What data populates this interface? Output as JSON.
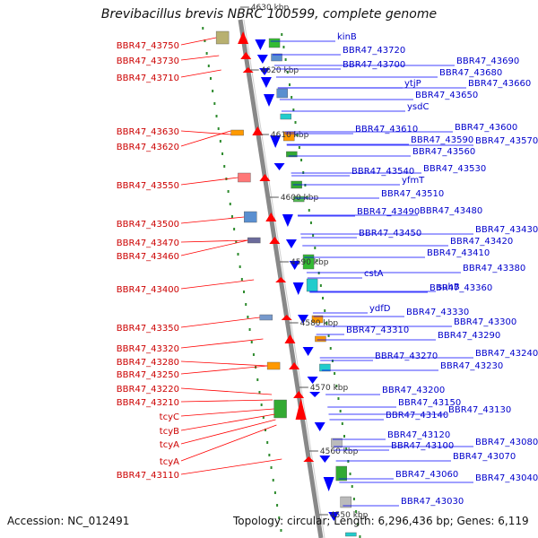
{
  "title": "Brevibacillus brevis NBRC 100599, complete genome",
  "footer": {
    "accession": "Accession: NC_012491",
    "topology": "Topology: circular; Length: 6,296,436 bp; Genes: 6,119"
  },
  "colors": {
    "left_label": "#cc0000",
    "right_label": "#0000cc",
    "left_gene": "#ff0000",
    "right_gene": "#0000ff",
    "backbone": "#888888"
  },
  "scale_ticks": [
    "4630 kbp",
    "4620 kbp",
    "4610 kbp",
    "4600 kbp",
    "4590 kbp",
    "4580 kbp",
    "4570 kbp",
    "4560 kbp",
    "4550 kbp"
  ],
  "left_labels": [
    "BBR47_43750",
    "BBR47_43730",
    "BBR47_43710",
    "BBR47_43630",
    "BBR47_43620",
    "BBR47_43550",
    "BBR47_43500",
    "BBR47_43470",
    "BBR47_43460",
    "BBR47_43400",
    "BBR47_43350",
    "BBR47_43320",
    "BBR47_43280",
    "BBR47_43250",
    "BBR47_43220",
    "BBR47_43210",
    "tcyC",
    "tcyB",
    "tcyA",
    "tcyA",
    "BBR47_43110"
  ],
  "right_labels": [
    "kinB",
    "BBR47_43720",
    "BBR47_43700",
    "BBR47_43690",
    "BBR47_43680",
    "ytjP",
    "BBR47_43660",
    "BBR47_43650",
    "ysdC",
    "BBR47_43610",
    "BBR47_43600",
    "BBR47_43590",
    "BBR47_43570",
    "BBR47_43560",
    "BBR47_43540",
    "BBR47_43530",
    "yfmT",
    "BBR47_43510",
    "BBR47_43490",
    "BBR47_43480",
    "BBR47_43450",
    "BBR47_43430",
    "BBR47_43420",
    "BBR47_43410",
    "BBR47_43380",
    "cstA",
    "suhB",
    "BBR47_43360",
    "ydfD",
    "BBR47_43330",
    "BBR47_43310",
    "BBR47_43300",
    "BBR47_43290",
    "BBR47_43270",
    "BBR47_43240",
    "BBR47_43230",
    "BBR47_43200",
    "BBR47_43150",
    "BBR47_43140",
    "BBR47_43130",
    "BBR47_43120",
    "BBR47_43080",
    "BBR47_43100",
    "BBR47_43070",
    "BBR47_43060",
    "BBR47_43040",
    "BBR47_43030"
  ]
}
